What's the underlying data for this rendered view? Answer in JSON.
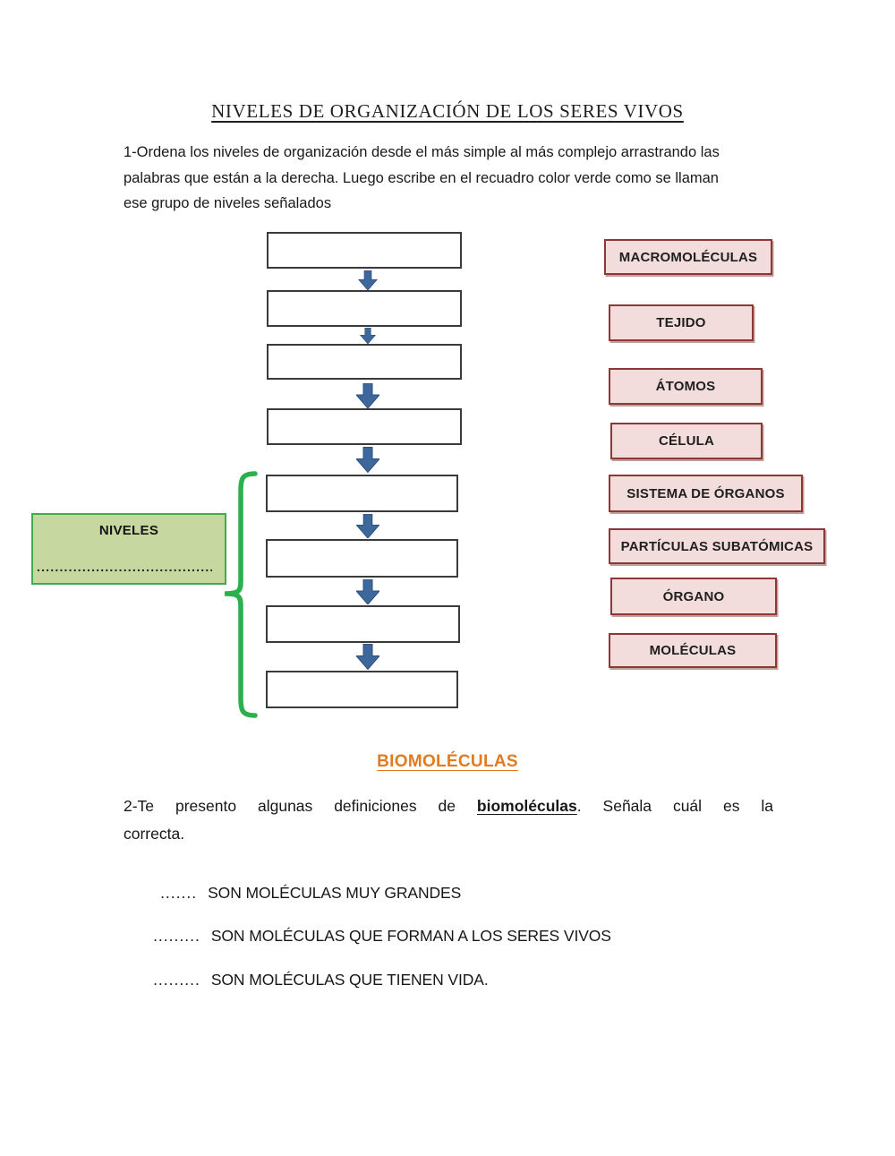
{
  "title": "NIVELES DE ORGANIZACIÓN DE LOS SERES VIVOS",
  "task1": {
    "instructions_line1": "1-Ordena los niveles de organización desde el más simple al más complejo arrastrando las",
    "instructions_line2": "palabras que están a la derecha. Luego escribe en el recuadro color verde como se llaman",
    "instructions_line3": "ese grupo de niveles señalados",
    "drop_slot_count": 8,
    "niveles_box": {
      "label": "NIVELES",
      "dotted_line": "..................................................."
    },
    "word_bank": {
      "items": [
        {
          "label": "MACROMOLÉCULAS"
        },
        {
          "label": "TEJIDO"
        },
        {
          "label": "ÁTOMOS"
        },
        {
          "label": "CÉLULA"
        },
        {
          "label": "SISTEMA DE ÓRGANOS"
        },
        {
          "label": "PARTÍCULAS SUBATÓMICAS"
        },
        {
          "label": "ÓRGANO"
        },
        {
          "label": "MOLÉCULAS"
        }
      ]
    }
  },
  "task2": {
    "heading": "BIOMOLÉCULAS",
    "intro_part1": "2-Te presento algunas definiciones de ",
    "intro_keyword": "biomoléculas",
    "intro_part2": ". Señala cuál es la",
    "intro_line2": "correcta.",
    "options": [
      {
        "dots": ".......",
        "text": "SON MOLÉCULAS MUY GRANDES"
      },
      {
        "dots": ".........",
        "text": "SON MOLÉCULAS QUE FORMAN A LOS SERES VIVOS"
      },
      {
        "dots": ".........",
        "text": "SON MOLÉCULAS QUE TIENEN VIDA."
      }
    ]
  },
  "colors": {
    "arrow_blue": "#3d689c",
    "chip_fill": "#f3dddc",
    "chip_border": "#8e3836",
    "green_fill": "#c6d79f",
    "green_border": "#3fad4f",
    "brace_green": "#2ab04c",
    "heading_orange": "#e07b22"
  }
}
